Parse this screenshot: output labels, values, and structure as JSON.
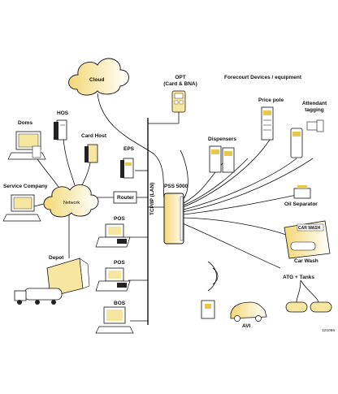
{
  "labels": {
    "cloud": "Cloud",
    "opt": "OPT\n(Card & BNA)",
    "forecourt": "Forecourt Devices / equipment",
    "price_pole": "Price pole",
    "attendant": "Attendant\ntagging",
    "dispensers": "Dispensers",
    "doms": "Doms",
    "hos": "HOS",
    "card_host": "Card Host",
    "eps": "EPS",
    "network": "Network",
    "service_company": "Service  Company",
    "router": "Router",
    "pss": "PSS 5000",
    "lan": "TCP/IP (LAN)",
    "oil_separator": "Oil Separator",
    "pos1": "POS",
    "pos2": "POS",
    "bos": "BOS",
    "depot": "Depot",
    "car_wash": "Car Wash",
    "carwash_sign": "CAR WASH",
    "atg": "ATG + Tanks",
    "avi": "AVI",
    "fig_id": "121056"
  },
  "colors": {
    "line": "#111111",
    "accent": "#e8c84a",
    "accent_light": "#f6e6a0"
  }
}
